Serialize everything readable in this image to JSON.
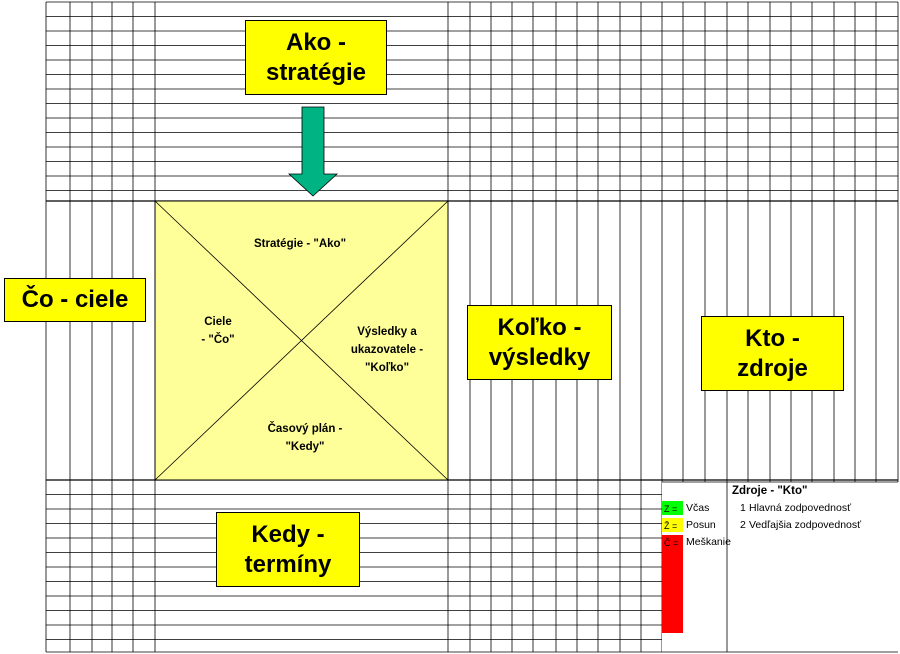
{
  "labels": {
    "ako": [
      "Ako -",
      "stratégie"
    ],
    "co": [
      "Čo - ciele"
    ],
    "kolko": [
      "Koľko -",
      "výsledky"
    ],
    "kto": [
      "Kto -",
      "zdroje"
    ],
    "kedy": [
      "Kedy -",
      "termíny"
    ]
  },
  "square": {
    "top": "Stratégie - \"Ako\"",
    "left": [
      "Ciele",
      "- \"Čo\""
    ],
    "right": [
      "Výsledky a",
      "ukazovatele -",
      "\"Koľko\""
    ],
    "bottom": [
      "Časový plán -",
      "\"Kedy\""
    ]
  },
  "legend": {
    "title": "Zdroje - \"Kto\"",
    "resp1_num": "1",
    "resp1": "Hlavná zodpovednosť",
    "resp2_num": "2",
    "resp2": "Vedľajšia zodpovednosť",
    "status": [
      {
        "letter": "Z =",
        "label": "Včas",
        "color": "#00ff00"
      },
      {
        "letter": "Ž =",
        "label": "Posun",
        "color": "#ffff00"
      },
      {
        "letter": "Č =",
        "label": "Meškanie",
        "color": "#ff0000"
      }
    ]
  },
  "colors": {
    "label_fill": "#ffff00",
    "square_fill": "#ffff99",
    "arrow": "#00b383",
    "grid": "#000000"
  }
}
